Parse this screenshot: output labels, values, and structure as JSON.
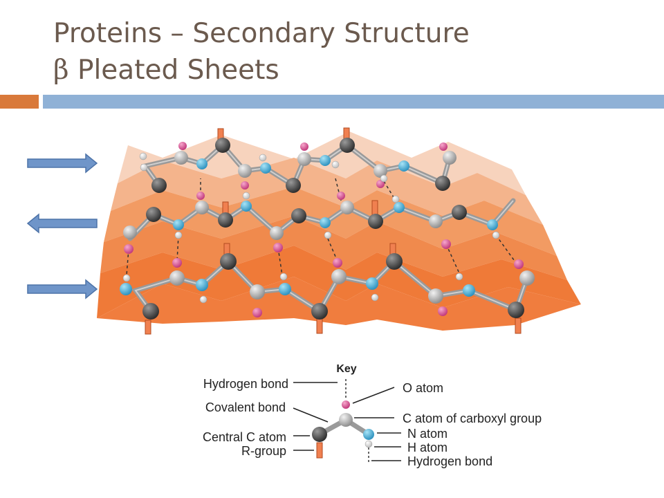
{
  "slide": {
    "title_line1": "Proteins – Secondary Structure",
    "title_beta": "β",
    "title_line2": "Pleated Sheets"
  },
  "key": {
    "heading": "Key",
    "left_labels": [
      "Hydrogen bond",
      "Covalent bond",
      "Central C atom",
      "R-group"
    ],
    "right_labels": [
      "O atom",
      "C atom of carboxyl group",
      "N atom",
      "H atom",
      "Hydrogen bond"
    ]
  },
  "arrows": [
    "right",
    "left",
    "right"
  ],
  "colors": {
    "title": "#6b5a4e",
    "accent_orange": "#d9793a",
    "accent_blue": "#8fb1d6",
    "arrow_fill": "#6f95c9",
    "o_atom": "#d84b8f",
    "n_atom": "#43a9d4",
    "c_central": "#555555",
    "c_carboxyl": "#b5b5b5",
    "h_atom": "#f4f4f4"
  }
}
